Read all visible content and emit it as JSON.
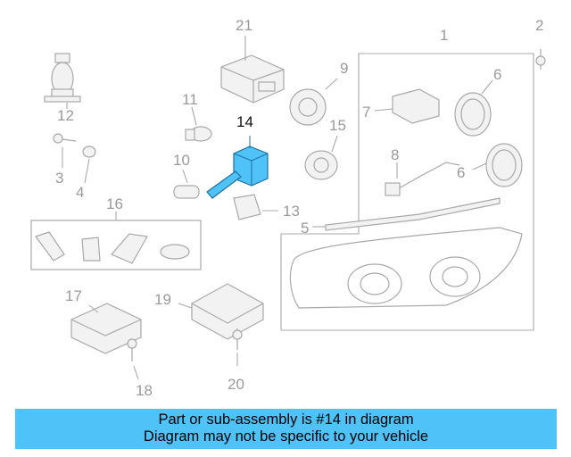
{
  "callouts": {
    "c1": "1",
    "c2": "2",
    "c3": "3",
    "c4": "4",
    "c5": "5",
    "c6a": "6",
    "c6b": "6",
    "c7": "7",
    "c8": "8",
    "c9": "9",
    "c10": "10",
    "c11": "11",
    "c12": "12",
    "c13": "13",
    "c14": "14",
    "c15": "15",
    "c16": "16",
    "c17": "17",
    "c18": "18",
    "c19": "19",
    "c20": "20",
    "c21": "21"
  },
  "highlighted_part": "14",
  "colors": {
    "highlight": "#4fc3f7",
    "banner": "#4fc3f7",
    "parts": "#a8a8a8"
  },
  "banner": {
    "line1": "Part or sub-assembly is #14 in diagram",
    "line2": "Diagram may not be specific to your vehicle"
  }
}
